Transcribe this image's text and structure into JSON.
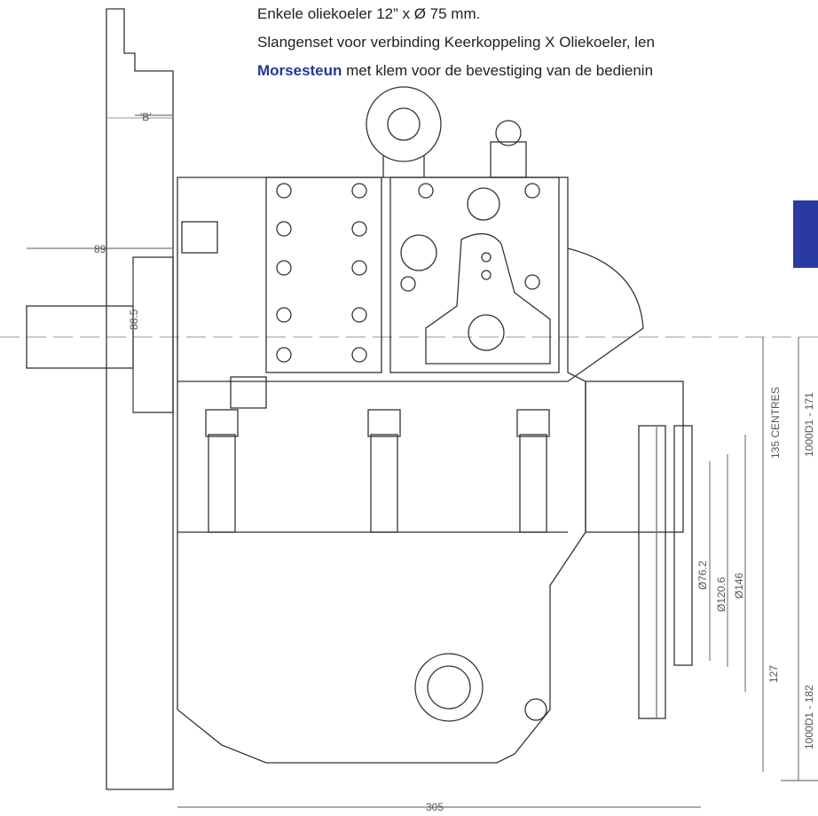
{
  "text": {
    "line1": "Enkele oliekoeler 12” x Ø 75 mm.",
    "line2": "Slangenset voor verbinding Keerkoppeling X Oliekoeler, len",
    "line3_bold": "Morsesteun",
    "line3_rest": " met klem voor de bevestiging van de bedienin"
  },
  "dimensions": {
    "b": "'B'",
    "shaft_len": "89",
    "shaft_dia": "88.5",
    "centres": "135 CENTRES",
    "side_top": "1000D1 - 171",
    "side_bottom": "1000D1 - 182",
    "d1": "Ø76.2",
    "d2": "Ø120.6",
    "d3": "Ø146",
    "h127": "127",
    "w305": "305"
  },
  "colors": {
    "accent_blue": "#1f3a93",
    "block_blue": "#2b3aa3"
  }
}
